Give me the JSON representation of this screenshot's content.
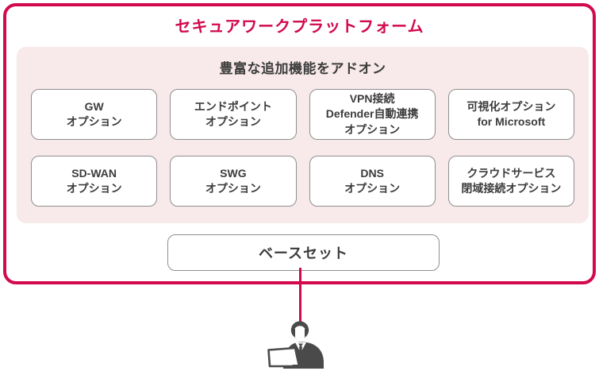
{
  "card": {
    "title": "セキュアワークプラットフォーム"
  },
  "panel": {
    "title": "豊富な追加機能をアドオン",
    "options": [
      {
        "label": "GW\nオプション"
      },
      {
        "label": "エンドポイント\nオプション"
      },
      {
        "label": "VPN接続\nDefender自動連携\nオプション"
      },
      {
        "label": "可視化オプション\nfor Microsoft"
      },
      {
        "label": "SD-WAN\nオプション"
      },
      {
        "label": "SWG\nオプション"
      },
      {
        "label": "DNS\nオプション"
      },
      {
        "label": "クラウドサービス\n閉域接続オプション"
      }
    ]
  },
  "base": {
    "label": "ベースセット"
  },
  "icons": {
    "user": "user-with-laptop-icon"
  },
  "colors": {
    "accent": "#d2094c",
    "panel_bg": "#f8e9ea",
    "box_border": "#8f8f8f",
    "text_dark": "#3c3c3c",
    "person": "#4a4a4a"
  }
}
